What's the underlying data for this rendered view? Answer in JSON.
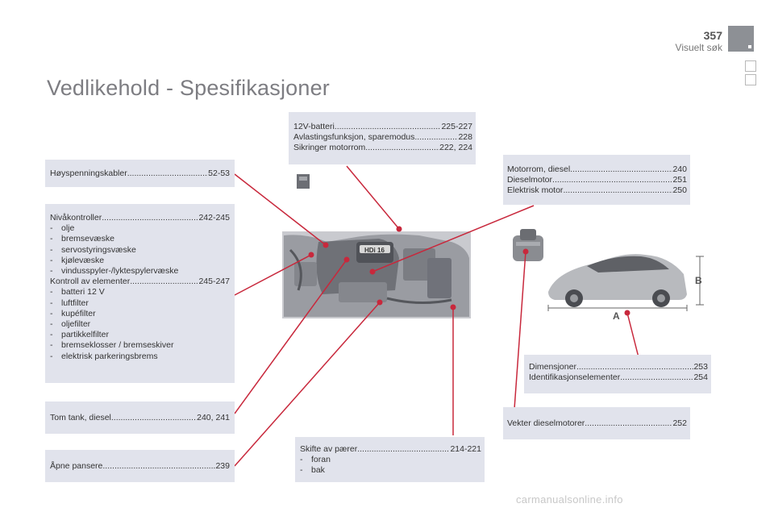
{
  "header": {
    "page_number": "357",
    "nav_label": "Visuelt søk"
  },
  "title": "Vedlikehold - Spesifikasjoner",
  "boxes": {
    "battery": {
      "rows": [
        {
          "label": "12V-batteri ",
          "page": " 225-227"
        },
        {
          "label": "Avlastingsfunksjon, sparemodus ",
          "page": " 228"
        },
        {
          "label": "Sikringer motorrom ",
          "page": " 222, 224"
        }
      ]
    },
    "hv_cables": {
      "rows": [
        {
          "label": "Høyspenningskabler",
          "page": " 52-53"
        }
      ]
    },
    "levels": {
      "row1": {
        "label": "Nivåkontroller ",
        "page": " 242-245"
      },
      "items1": [
        "olje",
        "bremsevæske",
        "servostyringsvæske",
        "kjølevæske",
        "vindusspyler-/lyktespylervæske"
      ],
      "row2": {
        "label": "Kontroll av elementer ",
        "page": " 245-247"
      },
      "items2": [
        "batteri 12 V",
        "luftfilter",
        "kupéfilter",
        "oljefilter",
        "partikkelfilter",
        "bremseklosser / bremseskiver",
        "elektrisk parkeringsbrems"
      ]
    },
    "tank": {
      "rows": [
        {
          "label": "Tom tank, diesel",
          "page": " 240, 241"
        }
      ]
    },
    "bonnet": {
      "rows": [
        {
          "label": "Åpne pansere ",
          "page": " 239"
        }
      ]
    },
    "engine": {
      "rows": [
        {
          "label": "Motorrom, diesel ",
          "page": " 240"
        },
        {
          "label": "Dieselmotor ",
          "page": " 251"
        },
        {
          "label": "Elektrisk motor",
          "page": " 250"
        }
      ]
    },
    "dimensions": {
      "rows": [
        {
          "label": "Dimensjoner ",
          "page": " 253"
        },
        {
          "label": "Identifikasjonselementer ",
          "page": " 254"
        }
      ]
    },
    "weights": {
      "rows": [
        {
          "label": "Vekter dieselmotorer",
          "page": " 252"
        }
      ]
    },
    "bulbs": {
      "row1": {
        "label": "Skifte av pærer ",
        "page": " 214-221"
      },
      "items1": [
        "foran",
        "bak"
      ]
    }
  },
  "figure": {
    "engine_badge": "HDi 16",
    "dim_label_length": "A",
    "dim_label_height": "B"
  },
  "colors": {
    "accent_line": "#c8283c",
    "box_bg": "#e1e3ec",
    "title": "#7d7d82"
  },
  "footer": "carmanualsonline.info"
}
